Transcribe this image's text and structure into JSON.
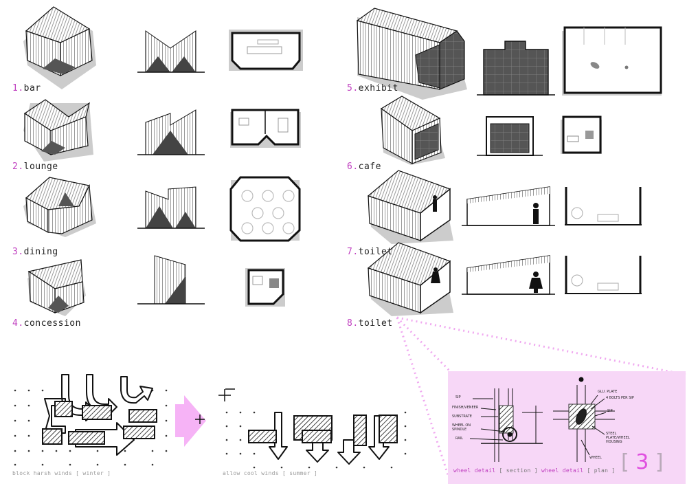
{
  "modules": [
    {
      "num": "1.",
      "name": "bar"
    },
    {
      "num": "2.",
      "name": "lounge"
    },
    {
      "num": "3.",
      "name": "dining"
    },
    {
      "num": "4.",
      "name": "concession"
    },
    {
      "num": "5.",
      "name": "exhibit"
    },
    {
      "num": "6.",
      "name": "cafe"
    },
    {
      "num": "7.",
      "name": "toilet"
    },
    {
      "num": "8.",
      "name": "toilet"
    }
  ],
  "wind_captions": {
    "winter": "block harsh winds [ winter ]",
    "summer": "allow cool winds [ summer ]"
  },
  "detail": {
    "section_title": "wheel detail",
    "section_view": "section",
    "plan_title": "wheel detail",
    "plan_view": "plan",
    "page_number": "3",
    "annotations": [
      "SIP",
      "FINISH/VENEER",
      "SUBSTRATE",
      "WHEEL ON SPINDLE",
      "RAIL",
      "GLU. PLATE",
      "4 BOLTS PER SIP",
      "SIP",
      "STEEL PLATE/WHEEL HOUSING",
      "WHEEL"
    ]
  },
  "colors": {
    "accent": "#c040c0",
    "panel": "#f7d7f7",
    "ink": "#111111",
    "shadow": "#cccccc"
  }
}
